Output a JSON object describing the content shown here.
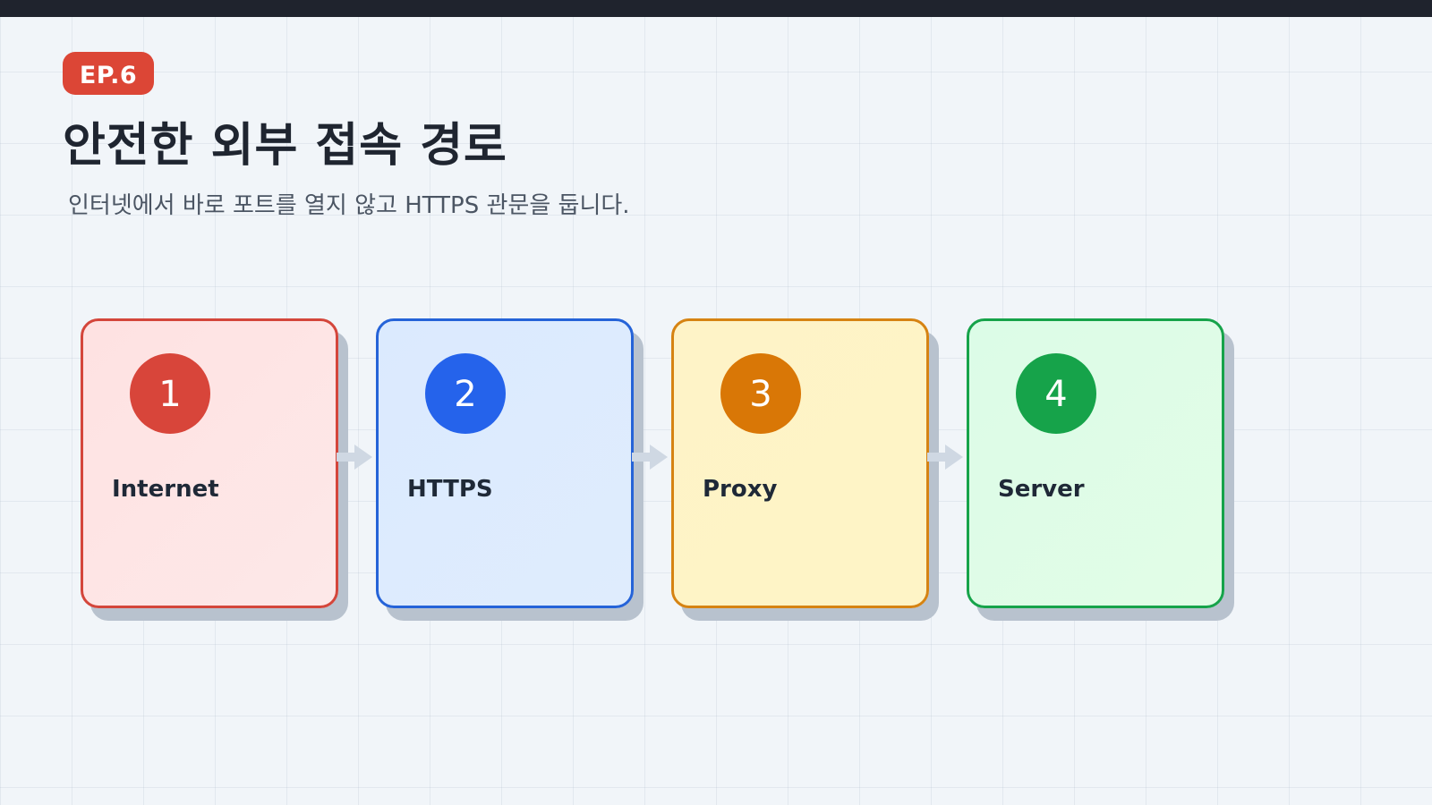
{
  "episode": {
    "badge": "EP.6"
  },
  "header": {
    "title": "안전한 외부 접속 경로",
    "subtitle": "인터넷에서 바로 포트를 열지 않고 HTTPS 관문을 둡니다."
  },
  "flow": {
    "steps": [
      {
        "number": "1",
        "label": "Internet",
        "color": "#d8453a",
        "fill": "#fee2e2"
      },
      {
        "number": "2",
        "label": "HTTPS",
        "color": "#2563eb",
        "fill": "#dbeafe"
      },
      {
        "number": "3",
        "label": "Proxy",
        "color": "#d97706",
        "fill": "#fef3c7"
      },
      {
        "number": "4",
        "label": "Server",
        "color": "#16a34a",
        "fill": "#dcfce7"
      }
    ],
    "arrow_color": "#cfd8e3"
  }
}
